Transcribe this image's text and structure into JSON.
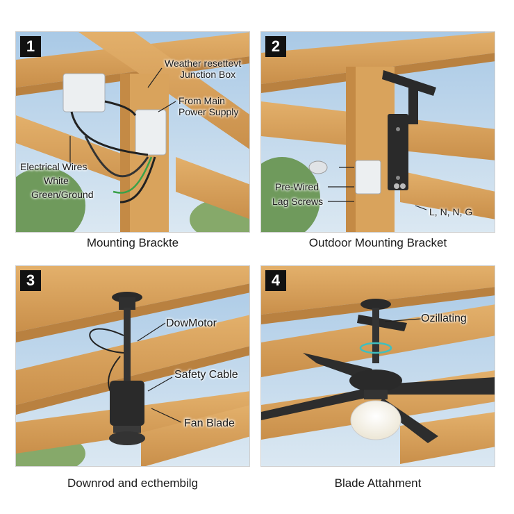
{
  "panels": [
    {
      "step": "1",
      "caption": "Mounting Brackte",
      "labels": {
        "weather_box": "Weather resettevt",
        "junction_box": "Junction Box",
        "from_main": "From Main",
        "power_supply": "Power Supply",
        "electrical_wires": "Electrical Wires",
        "white": "White",
        "green_ground": "Green/Ground"
      }
    },
    {
      "step": "2",
      "caption": "Outdoor Mounting Bracket",
      "labels": {
        "pre_wired": "Pre-Wired",
        "lag_screws": "Lag Screws",
        "lnng": "L, N, N, G"
      }
    },
    {
      "step": "3",
      "caption": "Downrod and ecthembilg",
      "labels": {
        "dowmotor": "DowMotor",
        "safety_cable": "Safety Cable",
        "fan_blade": "Fan Blade"
      }
    },
    {
      "step": "4",
      "caption": "Blade Attahment",
      "labels": {
        "ozillating": "Ozillating"
      }
    }
  ],
  "colors": {
    "sky": "#bcd5ea",
    "wood": "#d9a35c",
    "wood_dark": "#b98140",
    "metal": "#2a2a2a",
    "box": "#e9ecef"
  }
}
